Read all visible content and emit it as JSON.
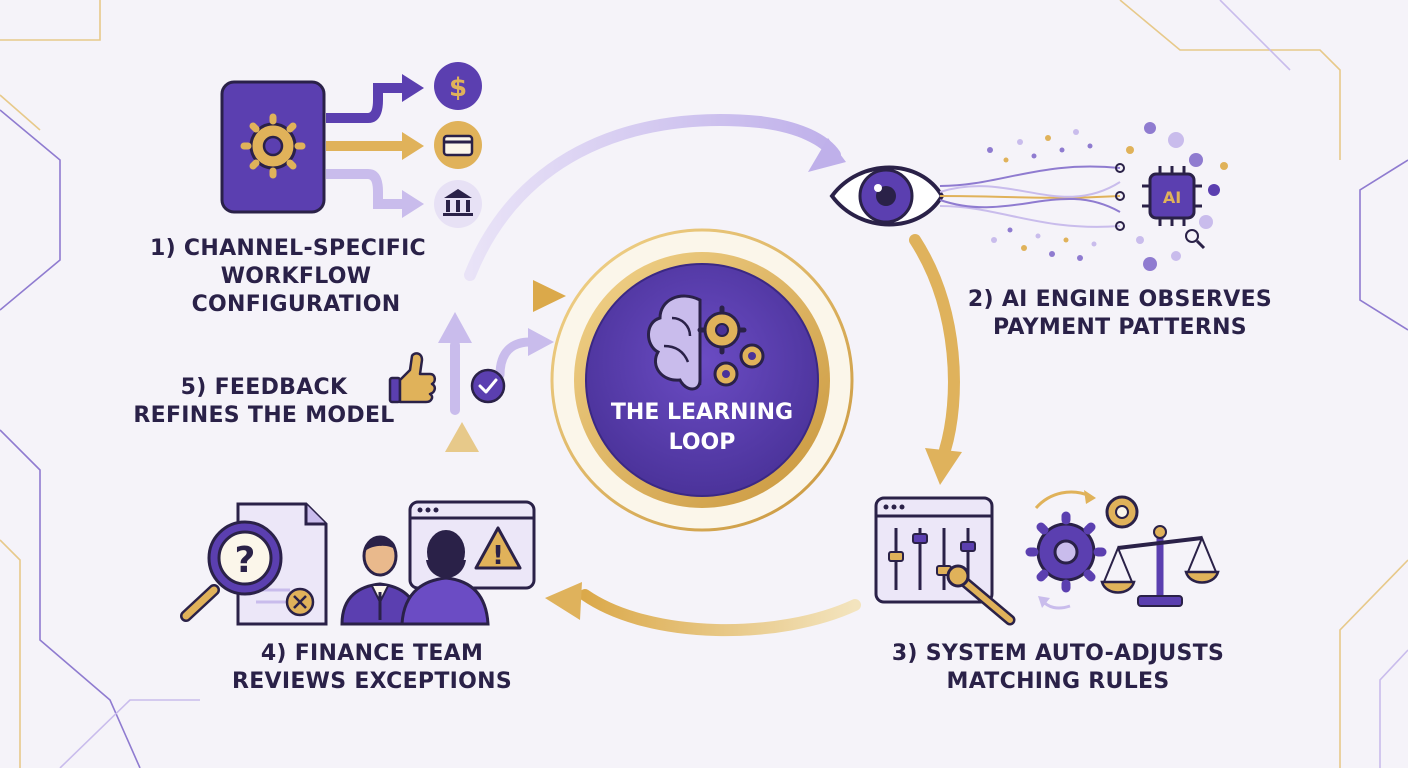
{
  "colors": {
    "purple": "#5b3fb0",
    "purple_dark": "#3e2a86",
    "lavender": "#c9bcec",
    "gold": "#e0b25a",
    "text": "#2a2148",
    "background": "#f5f3f9"
  },
  "center": {
    "title_line1": "THE LEARNING",
    "title_line2": "LOOP",
    "icons": [
      "brain-icon",
      "gear-icon"
    ]
  },
  "steps": [
    {
      "id": "step-1",
      "line1": "1) CHANNEL-SPECIFIC",
      "line2": "WORKFLOW",
      "line3": "CONFIGURATION",
      "icons": [
        "gear-icon",
        "dollar-icon",
        "credit-card-icon",
        "bank-icon"
      ]
    },
    {
      "id": "step-2",
      "line1": "2) AI ENGINE OBSERVES",
      "line2": "PAYMENT PATTERNS",
      "icons": [
        "eye-icon",
        "ai-chip-icon",
        "magnifier-icon"
      ],
      "chip_label": "AI"
    },
    {
      "id": "step-3",
      "line1": "3) SYSTEM AUTO-ADJUSTS",
      "line2": "MATCHING RULES",
      "icons": [
        "sliders-panel-icon",
        "wrench-icon",
        "gear-icon",
        "scales-icon"
      ]
    },
    {
      "id": "step-4",
      "line1": "4) FINANCE TEAM",
      "line2": "REVIEWS EXCEPTIONS",
      "icons": [
        "magnifier-question-icon",
        "document-icon",
        "people-icon",
        "warning-window-icon"
      ],
      "question_mark": "?",
      "warning_mark": "!"
    },
    {
      "id": "step-5",
      "line1": "5) FEEDBACK",
      "line2": "REFINES THE MODEL",
      "icons": [
        "thumbs-up-icon",
        "check-circle-icon"
      ]
    }
  ]
}
